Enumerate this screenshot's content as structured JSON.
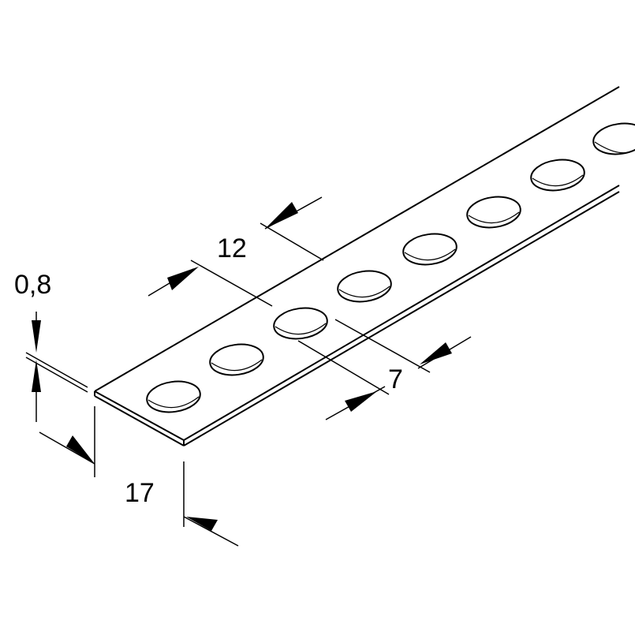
{
  "drawing": {
    "subject": "perforated-steel-strip",
    "hole_count_visible": 8,
    "line_color": "#000000",
    "background_color": "#ffffff"
  },
  "dimensions": {
    "thickness": "0,8",
    "pitch": "12",
    "hole_diameter": "7",
    "width": "17"
  }
}
